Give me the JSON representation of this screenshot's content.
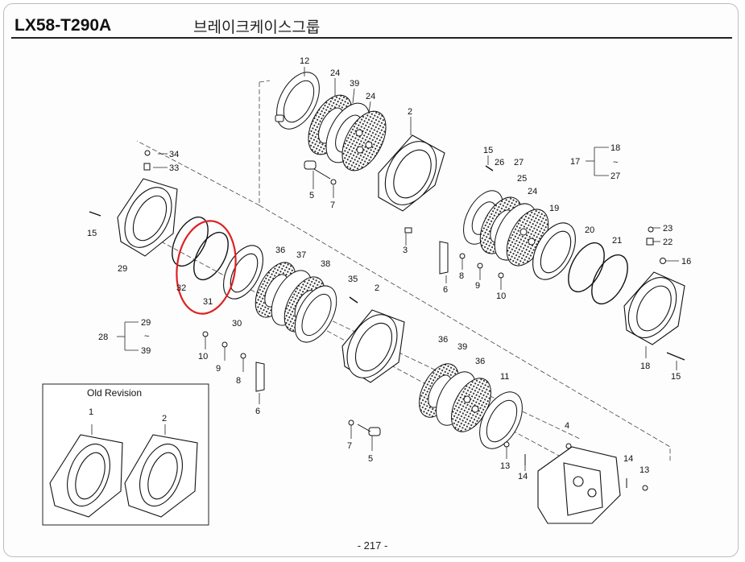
{
  "header": {
    "model": "LX58-T290A",
    "group_title": "브레이크케이스그룹"
  },
  "footer": {
    "page": "- 217 -"
  },
  "old_revision": {
    "title": "Old Revision",
    "labels": [
      "1",
      "2"
    ]
  },
  "highlight": {
    "color": "#e02020",
    "part": "31"
  },
  "callouts": {
    "c12": "12",
    "c24a": "24",
    "c39a": "39",
    "c24b": "24",
    "c2a": "2",
    "c15a": "15",
    "c26": "26",
    "c27a": "27",
    "c25": "25",
    "c24c": "24",
    "c17": "17",
    "c18a": "18",
    "c_tilde1": "~",
    "c27b": "27",
    "c34": "34",
    "c33": "33",
    "c5a": "5",
    "c7a": "7",
    "c3": "3",
    "c15b": "15",
    "c29a": "29",
    "c32": "32",
    "c31": "31",
    "c30": "30",
    "c36a": "36",
    "c37": "37",
    "c38": "38",
    "c35": "35",
    "c2b": "2",
    "c6a": "6",
    "c8a": "8",
    "c9a": "9",
    "c10a": "10",
    "c19": "19",
    "c20": "20",
    "c21": "21",
    "c23": "23",
    "c22": "22",
    "c16": "16",
    "c18b": "18",
    "c15c": "15",
    "c28": "28",
    "c29b": "29",
    "c_tilde2": "~",
    "c39b": "39",
    "c10b": "10",
    "c9b": "9",
    "c8b": "8",
    "c6b": "6",
    "c36b": "36",
    "c39c": "39",
    "c36c": "36",
    "c11": "11",
    "c7b": "7",
    "c5b": "5",
    "c13a": "13",
    "c14a": "14",
    "c4": "4",
    "c14b": "14",
    "c13b": "13"
  }
}
